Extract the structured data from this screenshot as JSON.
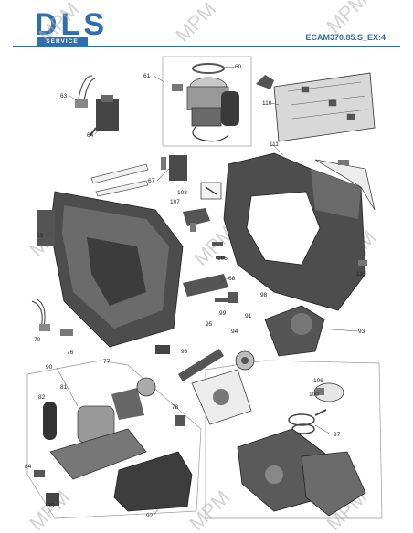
{
  "header": {
    "logo": "DLS",
    "logo_subtitle": "SERVICE",
    "model_code": "ECAM370.85.S_EX:4"
  },
  "watermark": "MPM",
  "colors": {
    "brand_blue": "#2f6fb0",
    "part_dark": "#4a4a4a",
    "watermark": "#b0b0b0"
  },
  "callouts": {
    "c60": "60",
    "c61": "61",
    "c63": "63",
    "c64": "64",
    "c67": "67",
    "c68": "68",
    "c69": "69",
    "c70": "70",
    "c76": "76",
    "c77": "77",
    "c78": "78",
    "c81": "81",
    "c82": "82",
    "c84": "84",
    "c85": "85",
    "c90": "90",
    "c91": "91",
    "c92": "92",
    "c93": "93",
    "c94": "94",
    "c95": "95",
    "c96": "96",
    "c97": "97",
    "c98": "98",
    "c99": "99",
    "c100": "100",
    "c105": "105",
    "c106": "106",
    "c107": "107",
    "c108": "108",
    "c110": "110",
    "c111": "111",
    "c115": "115"
  }
}
